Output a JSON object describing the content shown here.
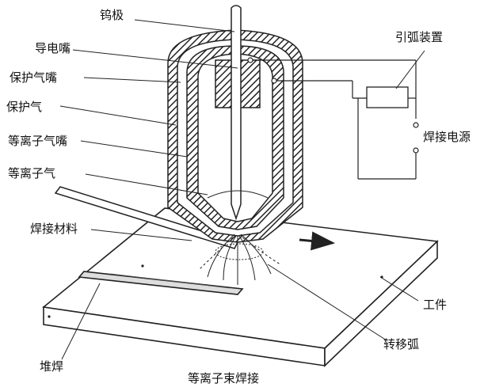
{
  "labels": {
    "tungsten": "钨极",
    "contact_tip": "导电嘴",
    "shield_nozzle": "保护气嘴",
    "shield_gas": "保护气",
    "plasma_nozzle": "等离子气嘴",
    "plasma_gas": "等离子气",
    "filler": "焊接材料",
    "arc_starter": "引弧装置",
    "power_source": "焊接电源",
    "workpiece": "工件",
    "transferred_arc": "转移弧",
    "overlay": "堆焊"
  },
  "caption": "等离子束焊接"
}
